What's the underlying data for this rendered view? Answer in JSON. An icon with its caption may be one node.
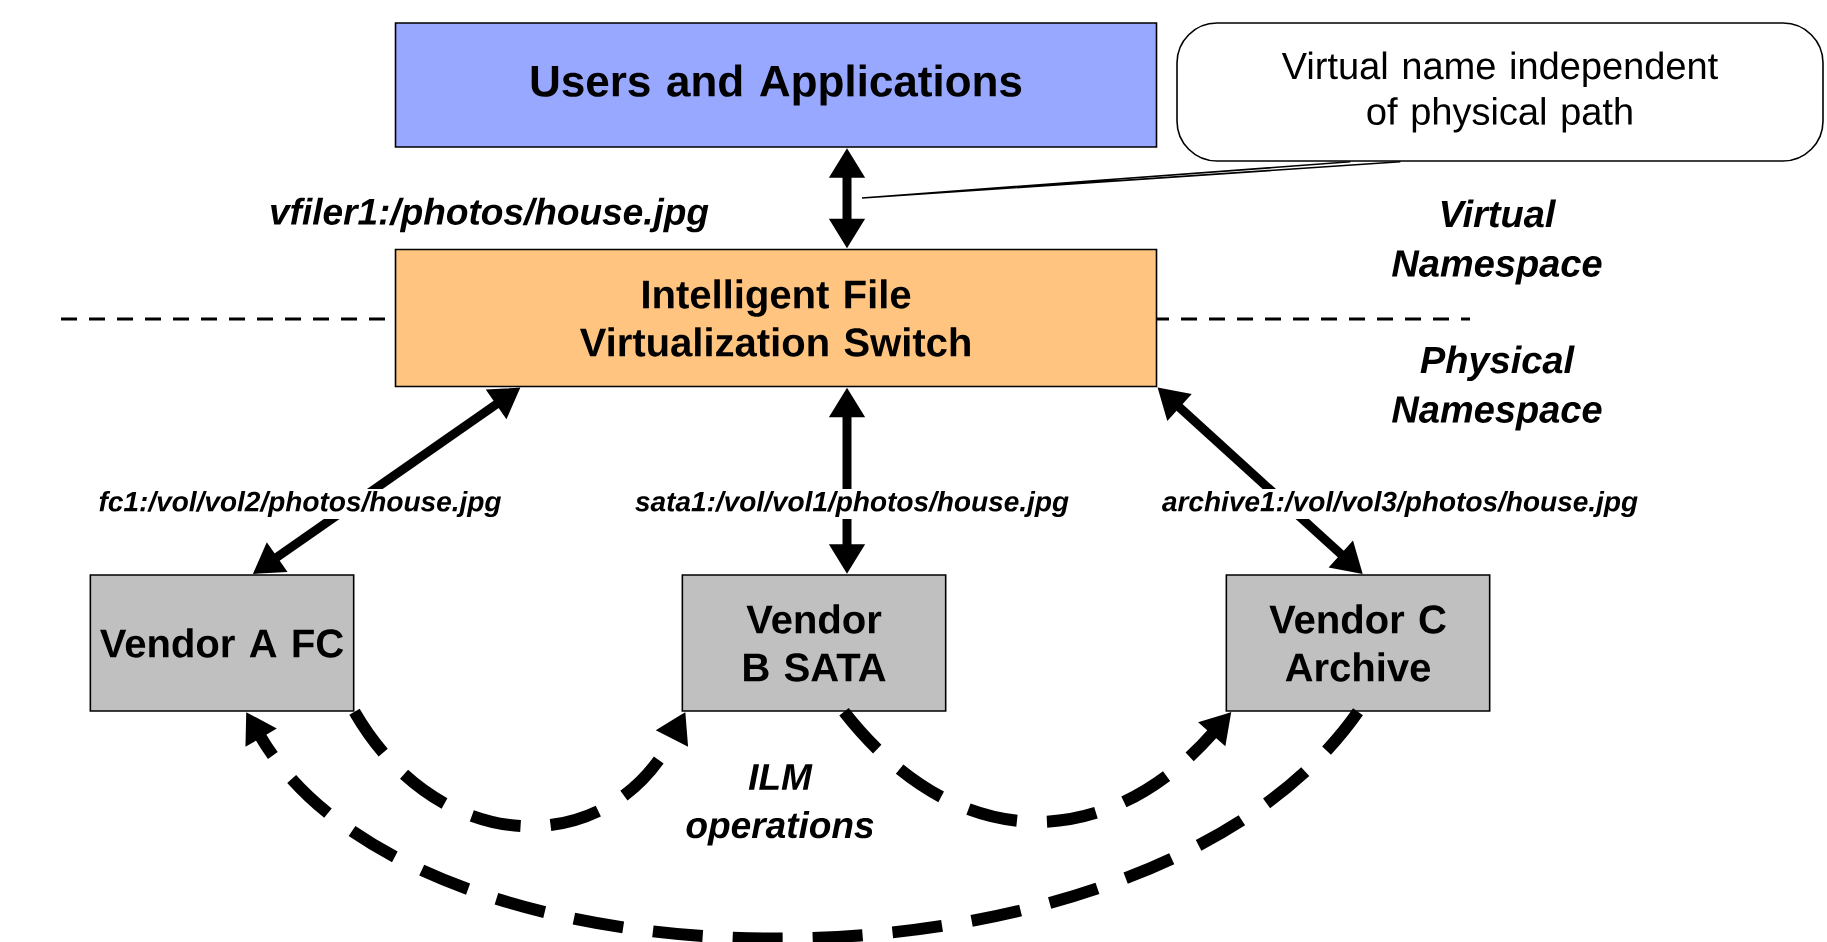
{
  "diagram": {
    "nodes": [
      {
        "text": [
          "Users and Applications"
        ]
      },
      {
        "text": [
          "Virtual name independent of physical path"
        ]
      },
      {
        "text": [
          "Intelligent File Virtualization Switch"
        ]
      },
      {
        "text": [
          "Vendor A FC"
        ]
      },
      {
        "text": [
          "Vendor B SATA"
        ]
      },
      {
        "text": [
          "Vendor C Archive"
        ]
      }
    ],
    "edges": [
      {
        "from": 0,
        "to": 2,
        "arrow": "both",
        "label": "vfiler1:/photos/house.jpg"
      },
      {
        "from": 2,
        "to": 3,
        "arrow": "both",
        "label": "fc1:/vol/vol2/photos/house.jpg"
      },
      {
        "from": 2,
        "to": 4,
        "arrow": "both",
        "label": "sata1:/vol/vol1/photos/house.jpg"
      },
      {
        "from": 2,
        "to": 5,
        "arrow": "both",
        "label": "archive1:/vol/vol3/photos/house.jpg"
      },
      {
        "from": 1,
        "to": null,
        "arrow": "none"
      },
      {
        "from": 3,
        "to": 4,
        "arrow": "to",
        "style": "dashed"
      },
      {
        "from": 4,
        "to": 5,
        "arrow": "to",
        "style": "dashed"
      },
      {
        "from": 5,
        "to": 3,
        "arrow": "to",
        "style": "dashed"
      }
    ],
    "labels": [
      "Virtual Namespace",
      "Physical Namespace",
      "ILM operations"
    ]
  }
}
